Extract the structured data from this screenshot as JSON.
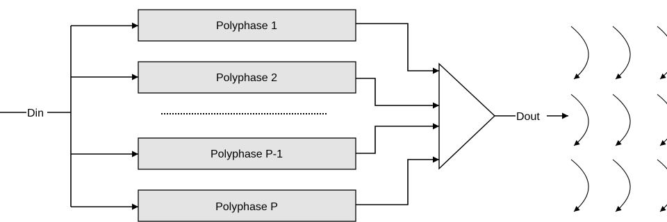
{
  "input_label": "Din",
  "output_label": "Dout",
  "phases": [
    {
      "label": "Polyphase 1"
    },
    {
      "label": "Polyphase 2"
    },
    {
      "label": "Polyphase P-1"
    },
    {
      "label": "Polyphase P"
    }
  ]
}
